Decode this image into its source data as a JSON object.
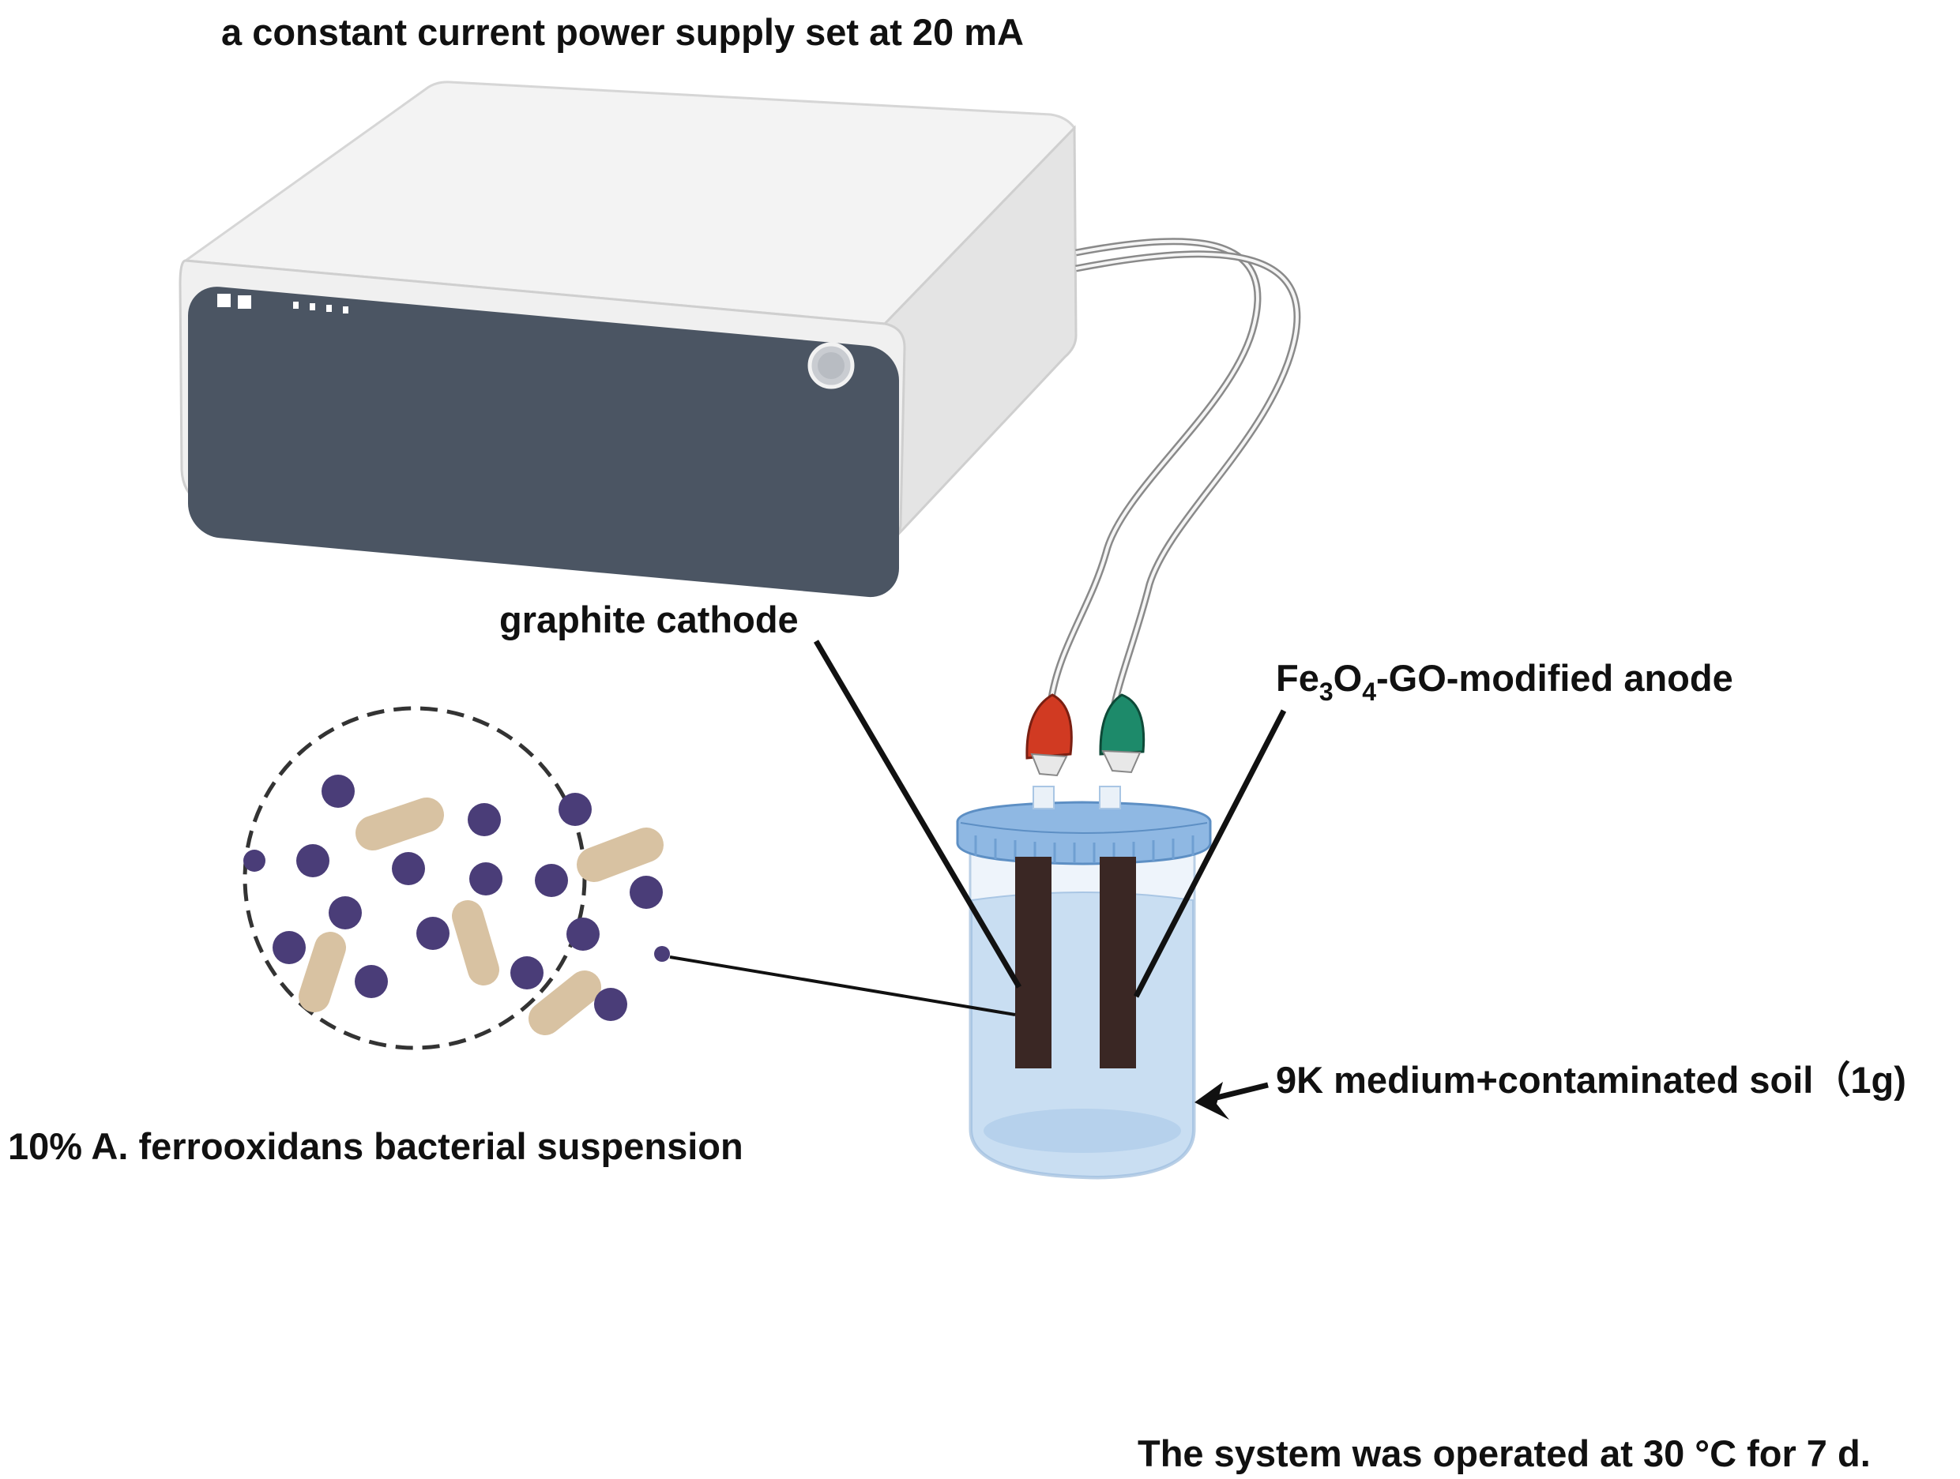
{
  "labels": {
    "power_supply": "a constant current power supply set at 20 mA",
    "cathode": "graphite cathode",
    "anode_prefix": "Fe",
    "anode_sub1": "3",
    "anode_mid": "O",
    "anode_sub2": "4",
    "anode_suffix": "-GO-modified anode",
    "bacteria": "10% A. ferrooxidans bacterial suspension",
    "medium": "9K medium+contaminated soil（1g)",
    "conditions": "The system was operated at 30 °C for 7 d."
  },
  "colors": {
    "device_top": "#f2f2f2",
    "device_side": "#e6e6e6",
    "device_panel": "#4b5563",
    "clip_red": "#d13a22",
    "clip_green": "#1d8a6a",
    "jar_cap": "#8fb8e3",
    "jar_liquid": "#c9def2",
    "electrode": "#3a2724",
    "cocci": "#4a3d78",
    "rods": "#d8c2a2"
  }
}
